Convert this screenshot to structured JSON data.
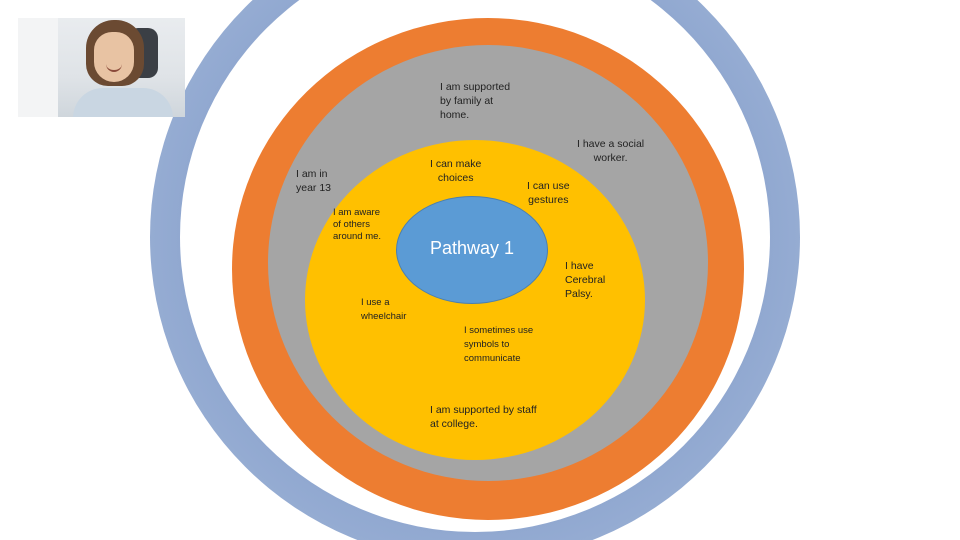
{
  "diagram": {
    "center": "Pathway 1",
    "labels": {
      "family": "I am supported\nby family at\nhome.",
      "social_worker": "I have a social\nworker.",
      "make_choices": "I can make\nchoices",
      "year": "I am in\nyear 13",
      "gestures": "I can use\ngestures",
      "aware": "I am aware\nof others\naround me.",
      "cerebral_palsy": "I have\nCerebral\nPalsy.",
      "wheelchair": "I use a\nwheelchair",
      "symbols": "I sometimes use\nsymbols to\ncommunicate",
      "staff": "I am supported by staff\nat college."
    },
    "colors": {
      "outer_ring": "#ed7d31",
      "middle_ring": "#a5a5a5",
      "inner_ring": "#ffc000",
      "core": "#5b9bd5",
      "frame": "#8ea6cf"
    }
  }
}
